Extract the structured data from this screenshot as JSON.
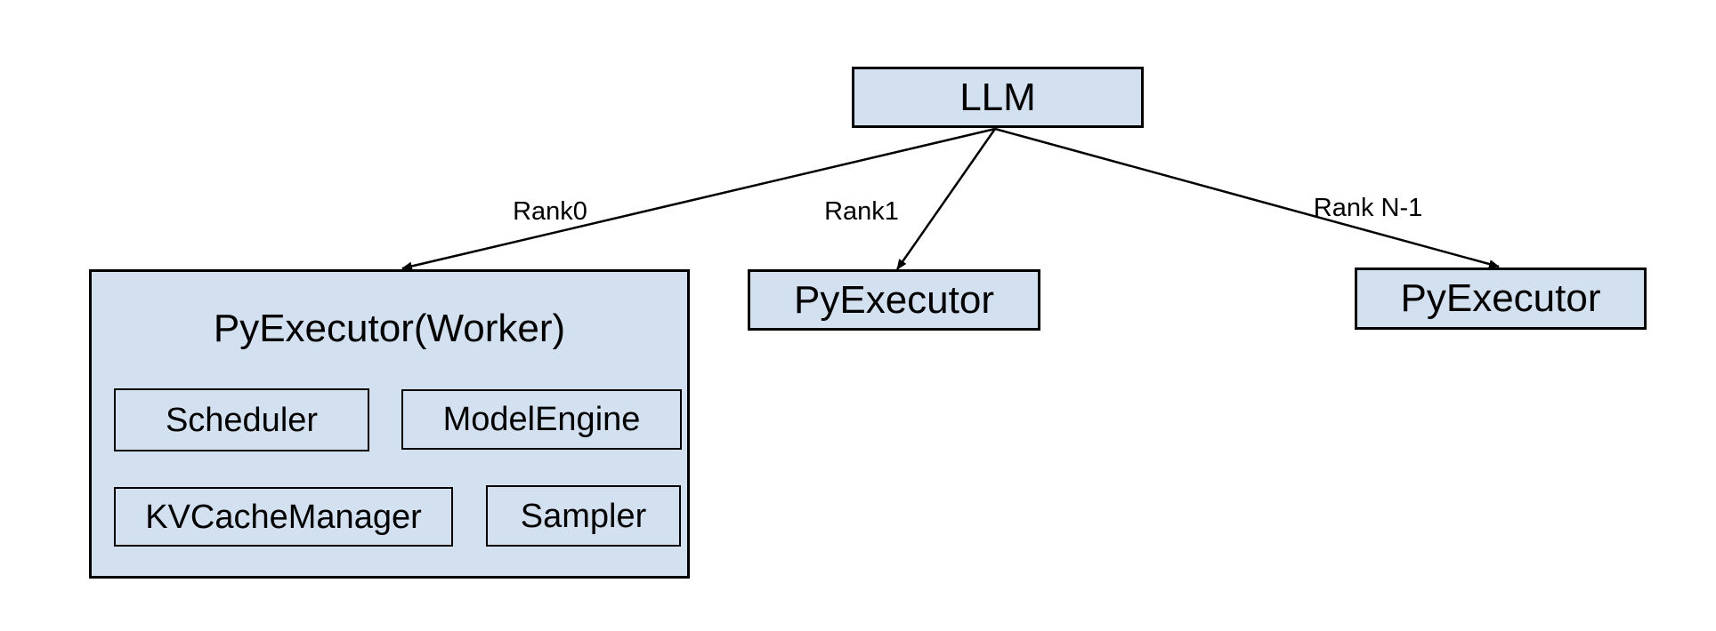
{
  "colors": {
    "box_fill": "#d3e0f0",
    "box_border": "#000000",
    "line": "#000000",
    "text": "#000000",
    "background": "#ffffff"
  },
  "diagram": {
    "root": {
      "label": "LLM"
    },
    "edges": [
      {
        "label": "Rank0"
      },
      {
        "label": "Rank1"
      },
      {
        "label": "Rank N-1"
      }
    ],
    "rank0_worker": {
      "title": "PyExecutor(Worker)",
      "components": [
        {
          "label": "Scheduler"
        },
        {
          "label": "ModelEngine"
        },
        {
          "label": "KVCacheManager"
        },
        {
          "label": "Sampler"
        }
      ]
    },
    "rank1_worker": {
      "label": "PyExecutor"
    },
    "rankN_worker": {
      "label": "PyExecutor"
    }
  }
}
